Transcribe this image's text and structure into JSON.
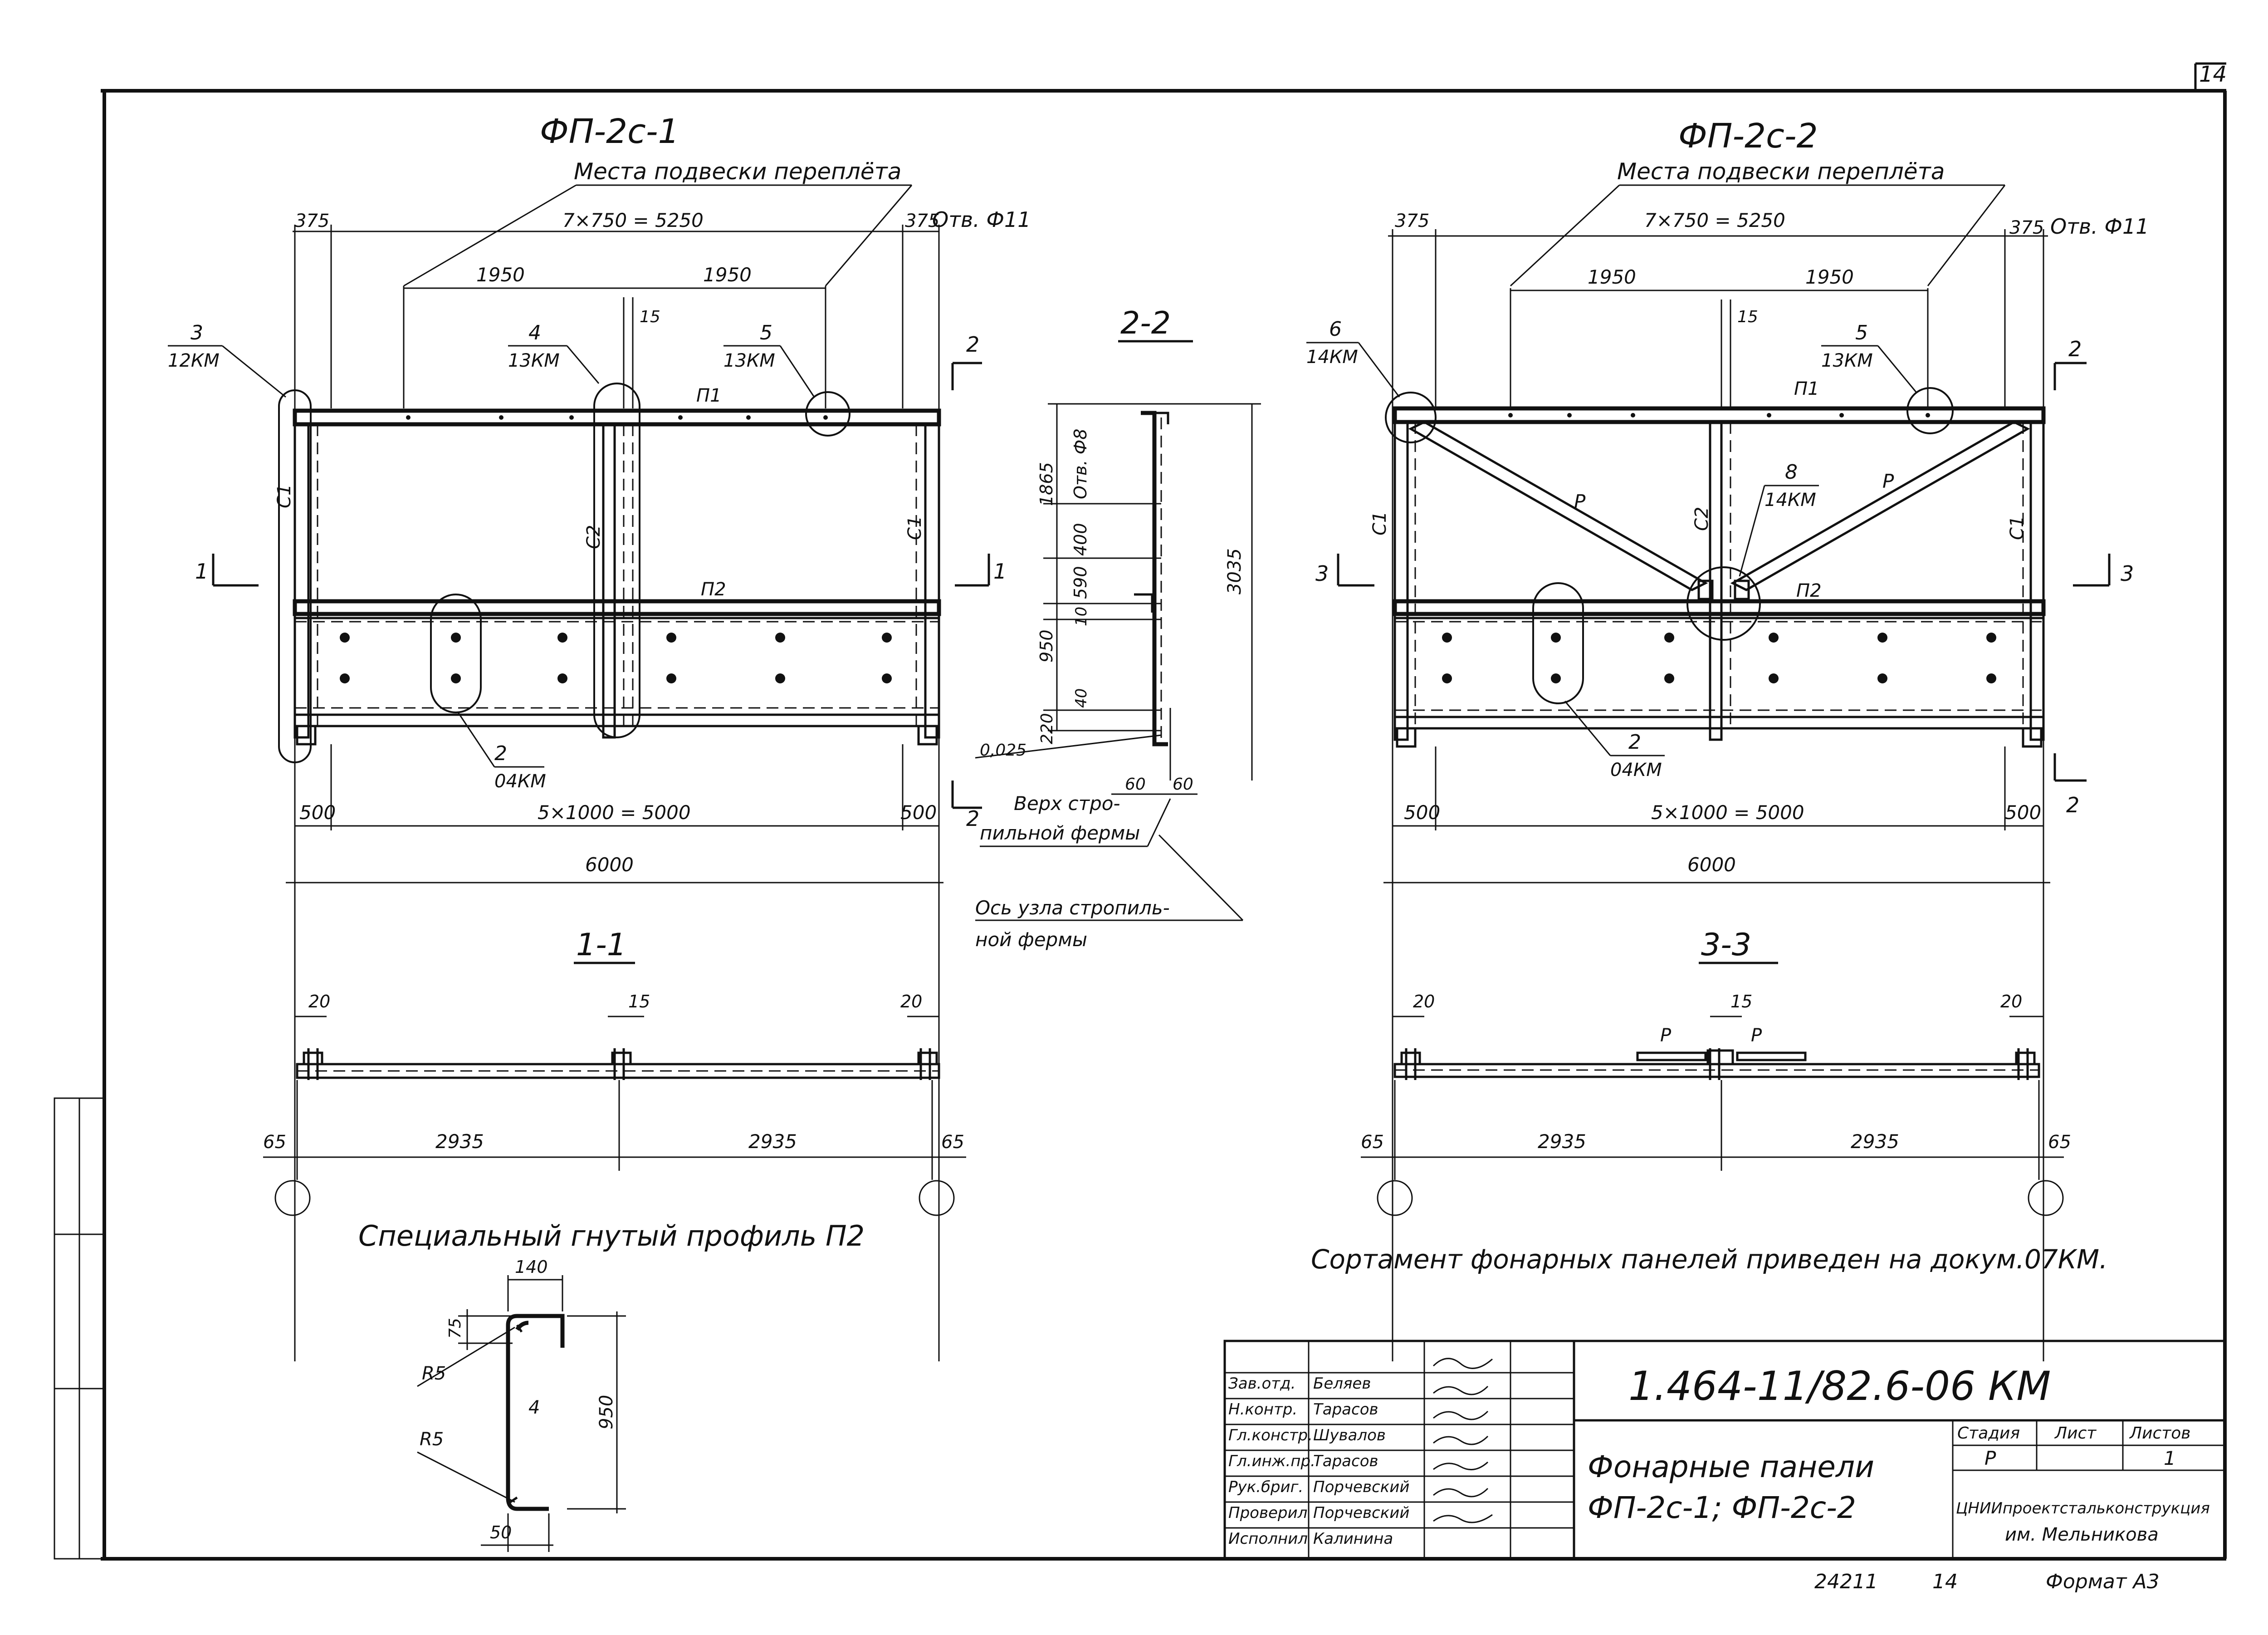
{
  "sheet_number_corner": "14",
  "panels": {
    "left_title": "ФП-2с-1",
    "right_title": "ФП-2с-2",
    "hang_note": "Места подвески переплёта",
    "hole_note": "Отв. Ф11",
    "dims": {
      "end375": "375",
      "top_span": "7×750 = 5250",
      "half": "1950",
      "gap15": "15",
      "end500": "500",
      "bottom_span": "5×1000 = 5000",
      "total": "6000"
    },
    "left_callouts": [
      {
        "num": "3",
        "ref": "12КМ"
      },
      {
        "num": "4",
        "ref": "13КМ"
      },
      {
        "num": "5",
        "ref": "13КМ"
      },
      {
        "num": "2",
        "ref": "04КМ"
      }
    ],
    "right_callouts": [
      {
        "num": "6",
        "ref": "14КМ"
      },
      {
        "num": "5",
        "ref": "13КМ"
      },
      {
        "num": "8",
        "ref": "14КМ"
      },
      {
        "num": "2",
        "ref": "04КМ"
      }
    ],
    "members": {
      "p1": "П1",
      "p2": "П2",
      "c1": "С1",
      "c2": "С2",
      "brace": "Р"
    },
    "section_marks": {
      "s1": "1",
      "s2": "2",
      "s3": "3"
    }
  },
  "section_22": {
    "title": "2-2",
    "dims": [
      "1865",
      "400",
      "590",
      "10",
      "950",
      "40",
      "220",
      "3035",
      "60",
      "60"
    ],
    "hole_note": "Отв. Ф8",
    "slope": "0,025",
    "note_top_chord": "Верх стропильной фермы",
    "note_top_chord_l1": "Верх стро-",
    "note_top_chord_l2": "пильной фермы",
    "note_axis_l1": "Ось узла стропиль-",
    "note_axis_l2": "ной фермы"
  },
  "section_11": {
    "title": "1-1",
    "d20": "20",
    "d15": "15",
    "d65": "65",
    "d2935": "2935"
  },
  "section_33": {
    "title": "3-3",
    "d20": "20",
    "d15": "15",
    "d65": "65",
    "d2935": "2935",
    "p": "Р"
  },
  "profile": {
    "title": "Специальный гнутый профиль П2",
    "d140": "140",
    "d75": "75",
    "d950": "950",
    "d4": "4",
    "r5": "R5",
    "d50": "50"
  },
  "assortment_note": "Сортамент фонарных панелей приведен на докум.07КМ.",
  "title_block": {
    "code": "1.464-11/82.6-06 КМ",
    "rows": [
      {
        "role": "Зав.отд.",
        "name": "Беляев"
      },
      {
        "role": "Н.контр.",
        "name": "Тарасов"
      },
      {
        "role": "Гл.констр.",
        "name": "Шувалов"
      },
      {
        "role": "Гл.инж.пр.",
        "name": "Тарасов"
      },
      {
        "role": "Рук.бриг.",
        "name": "Порчевский"
      },
      {
        "role": "Проверил",
        "name": "Порчевский"
      },
      {
        "role": "Исполнил",
        "name": "Калинина"
      }
    ],
    "product_l1": "Фонарные панели",
    "product_l2": "ФП-2с-1; ФП-2с-2",
    "stage_label": "Стадия",
    "sheet_label": "Лист",
    "sheets_label": "Листов",
    "stage": "Р",
    "sheets": "1",
    "org_l1": "ЦНИИпроектстальконструкция",
    "org_l2": "им. Мельникова"
  },
  "footer": {
    "inv": "24211",
    "page": "14",
    "format": "Формат А3"
  }
}
